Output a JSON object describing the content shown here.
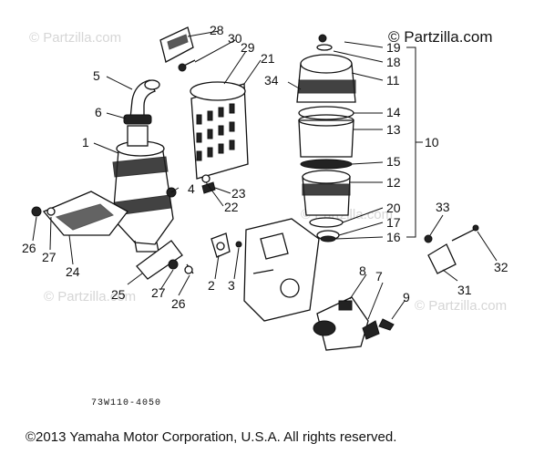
{
  "brand_mark": "© Partzilla.com",
  "watermarks": [
    "© Partzilla.com",
    "© Partzilla.com",
    "© Partzilla.com",
    "© Partzilla.com"
  ],
  "diagram_code": "73W110-4050",
  "copyright": "©2013  Yamaha Motor Corporation, U.S.A. All rights reserved.",
  "callouts": {
    "c1": "1",
    "c2": "2",
    "c3": "3",
    "c4": "4",
    "c5": "5",
    "c6": "6",
    "c7": "7",
    "c8": "8",
    "c9": "9",
    "c10": "10",
    "c11": "11",
    "c12": "12",
    "c13": "13",
    "c14": "14",
    "c15": "15",
    "c16": "16",
    "c17": "17",
    "c18": "18",
    "c19": "19",
    "c20": "20",
    "c21": "21",
    "c22": "22",
    "c23": "23",
    "c24": "24",
    "c25": "25",
    "c26a": "26",
    "c26b": "26",
    "c27a": "27",
    "c27b": "27",
    "c28": "28",
    "c29": "29",
    "c30": "30",
    "c31": "31",
    "c32": "32",
    "c33": "33",
    "c34": "34"
  }
}
